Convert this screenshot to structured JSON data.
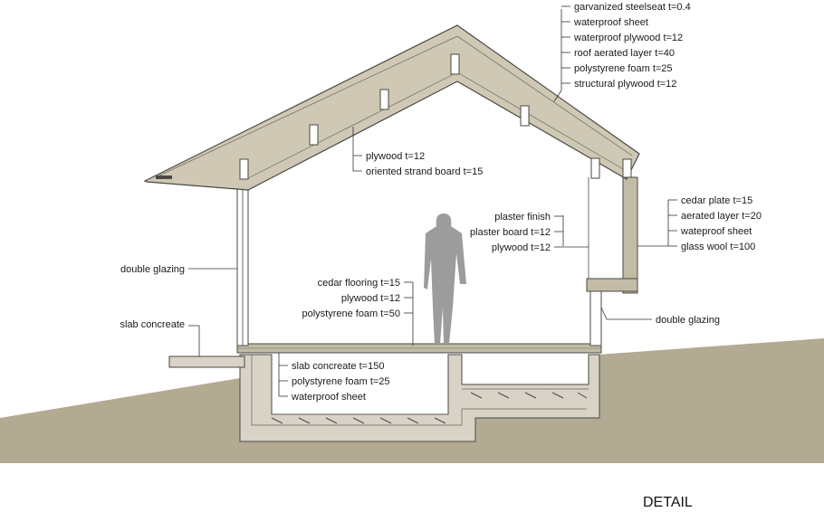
{
  "title": "DETAIL",
  "colors": {
    "ground": "#b3aa94",
    "roof": "#cfc8b4",
    "wall": "#c2bba6",
    "concrete": "#d8d3c6",
    "figure": "#9c9c9c"
  },
  "labels": {
    "roof": [
      "garvanized steelseat t=0.4",
      "waterproof sheet",
      "waterproof plywood t=12",
      "roof aerated layer t=40",
      "polystyrene foam t=25",
      "structural plywood t=12"
    ],
    "ceiling": [
      "plywood t=12",
      "oriented strand board t=15"
    ],
    "interior_wall": [
      "plaster finish",
      "plaster board t=12",
      "plywood t=12"
    ],
    "exterior_wall": [
      "cedar plate t=15",
      "aerated layer t=20",
      "wateproof sheet",
      "glass wool t=100"
    ],
    "floor": [
      "cedar flooring t=15",
      "plywood t=12",
      "polystyrene foam t=50"
    ],
    "slab": [
      "slab concreate t=150",
      "polystyrene foam t=25",
      "waterproof sheet"
    ],
    "double_glazing_left": "double glazing",
    "double_glazing_right": "double glazing",
    "slab_concrete": "slab concreate"
  }
}
